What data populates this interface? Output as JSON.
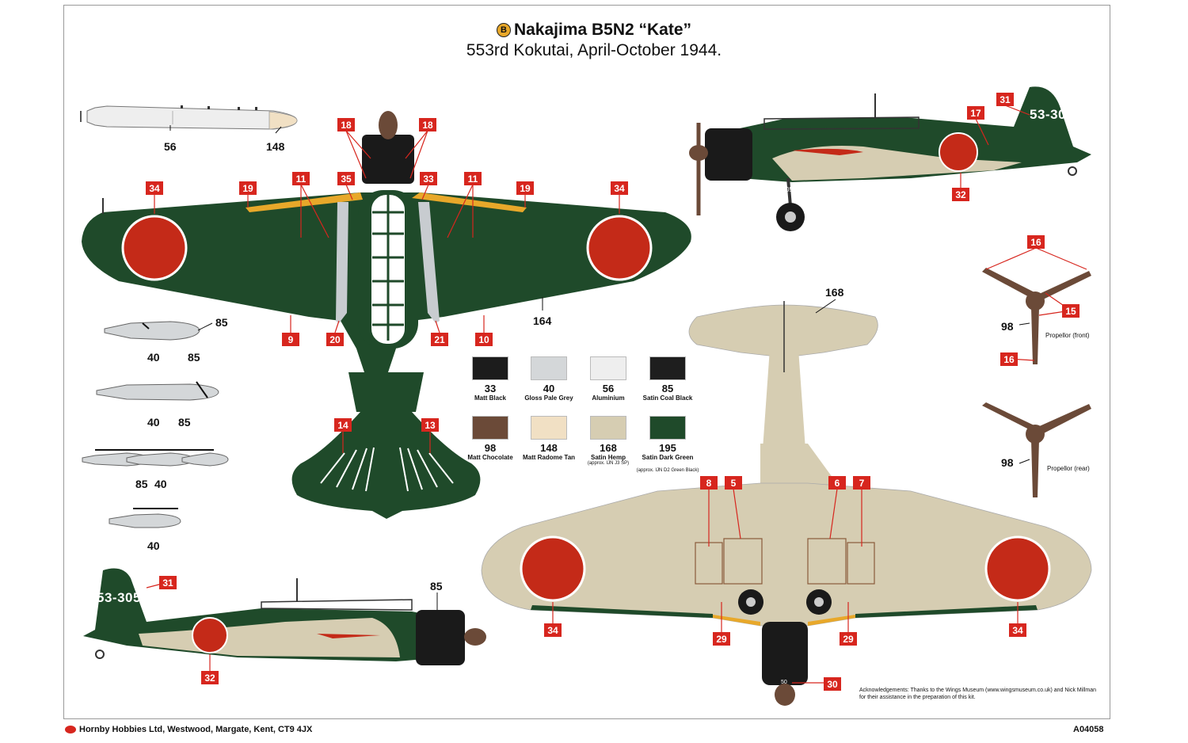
{
  "title": {
    "badge": "B",
    "line1": "Nakajima B5N2 “Kate”",
    "line2": "553rd Kokutai, April-October 1944."
  },
  "colors": {
    "dark_green": "#1f4a2a",
    "hinomaru": "#c42a18",
    "hemp": "#d6cdb2",
    "callout_red": "#d7261e",
    "chocolate": "#6b4a38"
  },
  "swatches": [
    {
      "num": "33",
      "name": "Matt Black",
      "note": "",
      "color": "#1c1c1c"
    },
    {
      "num": "40",
      "name": "Gloss Pale Grey",
      "note": "",
      "color": "#d4d7d9"
    },
    {
      "num": "56",
      "name": "Aluminium",
      "note": "",
      "color": "#eeeeee"
    },
    {
      "num": "85",
      "name": "Satin Coal Black",
      "note": "",
      "color": "#1e1e1e"
    },
    {
      "num": "98",
      "name": "Matt Chocolate",
      "note": "",
      "color": "#6b4a38"
    },
    {
      "num": "148",
      "name": "Matt Radome Tan",
      "note": "",
      "color": "#f1e0c4"
    },
    {
      "num": "168",
      "name": "Satin Hemp",
      "note": "(approx. IJN J3 SP)",
      "color": "#d6cdb2"
    },
    {
      "num": "195",
      "name": "Satin Dark Green",
      "note": "(approx. IJN D2 Green Black)",
      "color": "#1f4a2a"
    }
  ],
  "callouts": {
    "c18a": "18",
    "c18b": "18",
    "c11a": "11",
    "c11b": "11",
    "c19a": "19",
    "c19b": "19",
    "c34a": "34",
    "c34b": "34",
    "c35": "35",
    "c33": "33",
    "c9": "9",
    "c20": "20",
    "c21": "21",
    "c10": "10",
    "c14": "14",
    "c13": "13",
    "c31a": "31",
    "c17": "17",
    "c32a": "32",
    "c31b": "31",
    "c32b": "32",
    "c16a": "16",
    "c15": "15",
    "c16b": "16",
    "c8": "8",
    "c5": "5",
    "c6": "6",
    "c7": "7",
    "c34c": "34",
    "c34d": "34",
    "c29a": "29",
    "c29b": "29",
    "c30": "30"
  },
  "paint_labels": {
    "torp_56": "56",
    "torp_148": "148",
    "wing_164": "164",
    "bomb1_85": "85",
    "bomb1_40": "40",
    "bomb2_85": "85",
    "bomb2_40": "40",
    "bomb3_85": "85",
    "bomb4_85": "85",
    "bomb4_40": "40",
    "bomb5_40": "40",
    "under_168": "168",
    "side_85": "85",
    "prop_front_98": "98",
    "prop_rear_98": "98"
  },
  "text": {
    "tail_code_a": "53-305",
    "tail_code_b": "53-305",
    "prop_front": "Propellor (front)",
    "prop_rear": "Propellor (rear)",
    "cowl_num": "50",
    "gear_num": "05",
    "ack": "Acknowledgements: Thanks to the Wings Museum (www.wingsmuseum.co.uk) and Nick Millman for their assistance in the preparation of this kit.",
    "footer_left": "Hornby Hobbies Ltd, Westwood, Margate, Kent, CT9 4JX",
    "footer_right": "A04058"
  }
}
